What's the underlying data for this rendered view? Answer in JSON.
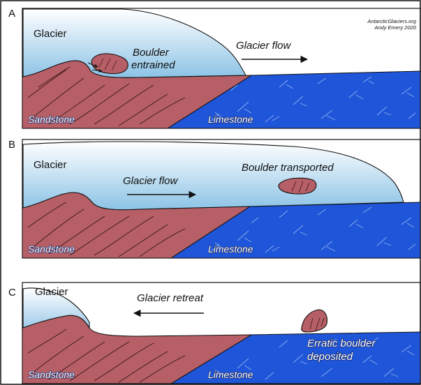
{
  "credit": {
    "line1": "AntarcticGlaciers.org",
    "line2": "Andy Emery 2020"
  },
  "panels": [
    {
      "letter": "A",
      "glacier_label": "Glacier",
      "flow_label": "Glacier flow",
      "boulder_label_line1": "Boulder",
      "boulder_label_line2": "entrained",
      "rock1_label": "Sandstone",
      "rock2_label": "Limestone"
    },
    {
      "letter": "B",
      "glacier_label": "Glacier",
      "flow_label": "Glacier flow",
      "boulder_label": "Boulder transported",
      "rock1_label": "Sandstone",
      "rock2_label": "Limestone"
    },
    {
      "letter": "C",
      "glacier_label": "Glacier",
      "flow_label": "Glacier retreat",
      "boulder_label_line1": "Erratic boulder",
      "boulder_label_line2": "deposited",
      "rock1_label": "Sandstone",
      "rock2_label": "Limestone"
    }
  ],
  "colors": {
    "sandstone": "#b65f66",
    "limestone": "#1f55d8",
    "ice_top": "#ffffff",
    "ice_bottom": "#8cc3e6",
    "boulder": "#b65f66",
    "outline": "#111111"
  }
}
